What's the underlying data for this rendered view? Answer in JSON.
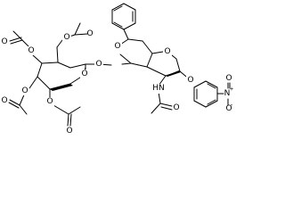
{
  "molecule": {
    "labels": {
      "O": "O",
      "NH": "HN",
      "NO2_N": "N",
      "NO2_plus": "+",
      "NO2_minus": "-"
    },
    "groups": [
      "4,6-O-benzylidene glucosamine (GlcNAc) core",
      "2,3,4,6-tetra-O-acetyl galactopyranosyl",
      "N-acetyl",
      "4-nitrophenyl glycoside"
    ]
  }
}
